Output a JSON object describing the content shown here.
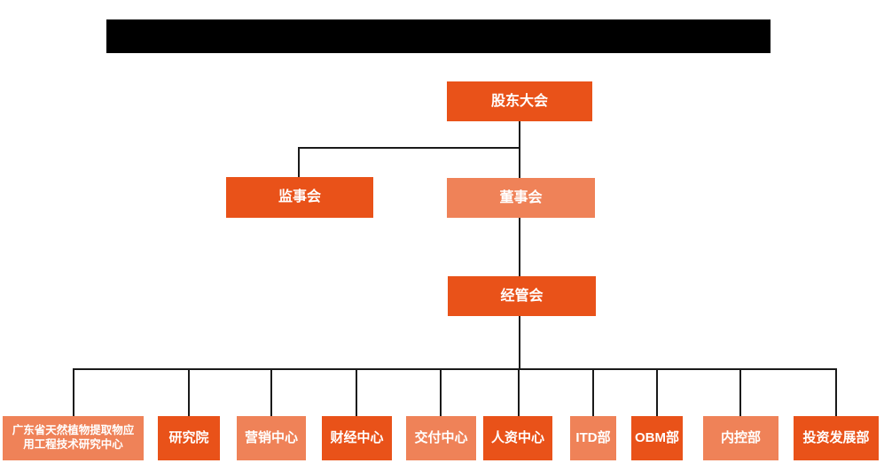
{
  "colors": {
    "dark_orange": "#E95219",
    "light_orange": "#EF8258",
    "connector": "#1a1a1a",
    "redacted": "#000000"
  },
  "nodes": {
    "shareholders": {
      "label": "股东大会",
      "tone": "dark"
    },
    "supervisory": {
      "label": "监事会",
      "tone": "dark"
    },
    "board": {
      "label": "董事会",
      "tone": "light"
    },
    "management": {
      "label": "经管会",
      "tone": "dark"
    },
    "departments": [
      {
        "label": "广东省天然植物提取物应用工程技术研究中心",
        "tone": "light"
      },
      {
        "label": "研究院",
        "tone": "dark"
      },
      {
        "label": "营销中心",
        "tone": "light"
      },
      {
        "label": "财经中心",
        "tone": "dark"
      },
      {
        "label": "交付中心",
        "tone": "light"
      },
      {
        "label": "人资中心",
        "tone": "dark"
      },
      {
        "label": "ITD部",
        "tone": "light"
      },
      {
        "label": "OBM部",
        "tone": "dark"
      },
      {
        "label": "内控部",
        "tone": "light"
      },
      {
        "label": "投资发展部",
        "tone": "dark"
      }
    ]
  }
}
